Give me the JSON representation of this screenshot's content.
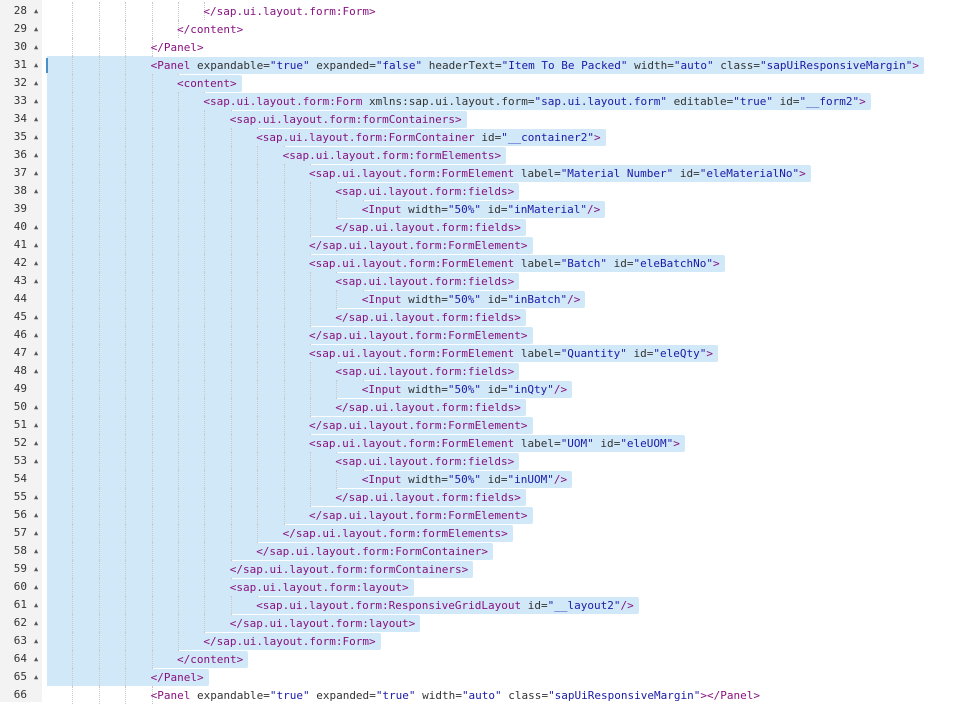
{
  "editor": {
    "lines": [
      {
        "n": "28",
        "fold": true,
        "indent": 6,
        "sel": false,
        "tokens": [
          [
            "tag",
            "</sap.ui.layout.form:Form>"
          ]
        ]
      },
      {
        "n": "29",
        "fold": true,
        "indent": 5,
        "sel": false,
        "tokens": [
          [
            "tag",
            "</content>"
          ]
        ]
      },
      {
        "n": "30",
        "fold": true,
        "indent": 4,
        "sel": false,
        "tokens": [
          [
            "tag",
            "</Panel>"
          ]
        ]
      },
      {
        "n": "31",
        "fold": true,
        "indent": 4,
        "sel": true,
        "tokens": [
          [
            "tag",
            "<Panel"
          ],
          [
            "attr",
            " expandable"
          ],
          [
            "eq",
            "="
          ],
          [
            "str",
            "\"true\""
          ],
          [
            "attr",
            " expanded"
          ],
          [
            "eq",
            "="
          ],
          [
            "str",
            "\"false\""
          ],
          [
            "attr",
            " headerText"
          ],
          [
            "eq",
            "="
          ],
          [
            "str",
            "\"Item To Be Packed\""
          ],
          [
            "attr",
            " width"
          ],
          [
            "eq",
            "="
          ],
          [
            "str",
            "\"auto\""
          ],
          [
            "attr",
            " class"
          ],
          [
            "eq",
            "="
          ],
          [
            "str",
            "\"sapUiResponsiveMargin\""
          ],
          [
            "tag",
            ">"
          ]
        ]
      },
      {
        "n": "32",
        "fold": true,
        "indent": 5,
        "sel": true,
        "tokens": [
          [
            "tag",
            "<content>"
          ]
        ]
      },
      {
        "n": "33",
        "fold": true,
        "indent": 6,
        "sel": true,
        "tokens": [
          [
            "tag",
            "<sap.ui.layout.form:Form"
          ],
          [
            "attr",
            " xmlns:sap.ui.layout.form"
          ],
          [
            "eq",
            "="
          ],
          [
            "str",
            "\"sap.ui.layout.form\""
          ],
          [
            "attr",
            " editable"
          ],
          [
            "eq",
            "="
          ],
          [
            "str",
            "\"true\""
          ],
          [
            "attr",
            " id"
          ],
          [
            "eq",
            "="
          ],
          [
            "str",
            "\"__form2\""
          ],
          [
            "tag",
            ">"
          ]
        ]
      },
      {
        "n": "34",
        "fold": true,
        "indent": 7,
        "sel": true,
        "tokens": [
          [
            "tag",
            "<sap.ui.layout.form:formContainers>"
          ]
        ]
      },
      {
        "n": "35",
        "fold": true,
        "indent": 8,
        "sel": true,
        "tokens": [
          [
            "tag",
            "<sap.ui.layout.form:FormContainer"
          ],
          [
            "attr",
            " id"
          ],
          [
            "eq",
            "="
          ],
          [
            "str",
            "\"__container2\""
          ],
          [
            "tag",
            ">"
          ]
        ]
      },
      {
        "n": "36",
        "fold": true,
        "indent": 9,
        "sel": true,
        "tokens": [
          [
            "tag",
            "<sap.ui.layout.form:formElements>"
          ]
        ]
      },
      {
        "n": "37",
        "fold": true,
        "indent": 10,
        "sel": true,
        "tokens": [
          [
            "tag",
            "<sap.ui.layout.form:FormElement"
          ],
          [
            "attr",
            " label"
          ],
          [
            "eq",
            "="
          ],
          [
            "str",
            "\"Material Number\""
          ],
          [
            "attr",
            " id"
          ],
          [
            "eq",
            "="
          ],
          [
            "str",
            "\"eleMaterialNo\""
          ],
          [
            "tag",
            ">"
          ]
        ]
      },
      {
        "n": "38",
        "fold": true,
        "indent": 11,
        "sel": true,
        "tokens": [
          [
            "tag",
            "<sap.ui.layout.form:fields>"
          ]
        ]
      },
      {
        "n": "39",
        "fold": false,
        "indent": 12,
        "sel": true,
        "tokens": [
          [
            "tag",
            "<Input"
          ],
          [
            "attr",
            " width"
          ],
          [
            "eq",
            "="
          ],
          [
            "str",
            "\"50%\""
          ],
          [
            "attr",
            " id"
          ],
          [
            "eq",
            "="
          ],
          [
            "str",
            "\"inMaterial\""
          ],
          [
            "tag",
            "/>"
          ]
        ]
      },
      {
        "n": "40",
        "fold": true,
        "indent": 11,
        "sel": true,
        "tokens": [
          [
            "tag",
            "</sap.ui.layout.form:fields>"
          ]
        ]
      },
      {
        "n": "41",
        "fold": true,
        "indent": 10,
        "sel": true,
        "tokens": [
          [
            "tag",
            "</sap.ui.layout.form:FormElement>"
          ]
        ]
      },
      {
        "n": "42",
        "fold": true,
        "indent": 10,
        "sel": true,
        "tokens": [
          [
            "tag",
            "<sap.ui.layout.form:FormElement"
          ],
          [
            "attr",
            " label"
          ],
          [
            "eq",
            "="
          ],
          [
            "str",
            "\"Batch\""
          ],
          [
            "attr",
            " id"
          ],
          [
            "eq",
            "="
          ],
          [
            "str",
            "\"eleBatchNo\""
          ],
          [
            "tag",
            ">"
          ]
        ]
      },
      {
        "n": "43",
        "fold": true,
        "indent": 11,
        "sel": true,
        "tokens": [
          [
            "tag",
            "<sap.ui.layout.form:fields>"
          ]
        ]
      },
      {
        "n": "44",
        "fold": false,
        "indent": 12,
        "sel": true,
        "tokens": [
          [
            "tag",
            "<Input"
          ],
          [
            "attr",
            " width"
          ],
          [
            "eq",
            "="
          ],
          [
            "str",
            "\"50%\""
          ],
          [
            "attr",
            " id"
          ],
          [
            "eq",
            "="
          ],
          [
            "str",
            "\"inBatch\""
          ],
          [
            "tag",
            "/>"
          ]
        ]
      },
      {
        "n": "45",
        "fold": true,
        "indent": 11,
        "sel": true,
        "tokens": [
          [
            "tag",
            "</sap.ui.layout.form:fields>"
          ]
        ]
      },
      {
        "n": "46",
        "fold": true,
        "indent": 10,
        "sel": true,
        "tokens": [
          [
            "tag",
            "</sap.ui.layout.form:FormElement>"
          ]
        ]
      },
      {
        "n": "47",
        "fold": true,
        "indent": 10,
        "sel": true,
        "tokens": [
          [
            "tag",
            "<sap.ui.layout.form:FormElement"
          ],
          [
            "attr",
            " label"
          ],
          [
            "eq",
            "="
          ],
          [
            "str",
            "\"Quantity\""
          ],
          [
            "attr",
            " id"
          ],
          [
            "eq",
            "="
          ],
          [
            "str",
            "\"eleQty\""
          ],
          [
            "tag",
            ">"
          ]
        ]
      },
      {
        "n": "48",
        "fold": true,
        "indent": 11,
        "sel": true,
        "tokens": [
          [
            "tag",
            "<sap.ui.layout.form:fields>"
          ]
        ]
      },
      {
        "n": "49",
        "fold": false,
        "indent": 12,
        "sel": true,
        "tokens": [
          [
            "tag",
            "<Input"
          ],
          [
            "attr",
            " width"
          ],
          [
            "eq",
            "="
          ],
          [
            "str",
            "\"50%\""
          ],
          [
            "attr",
            " id"
          ],
          [
            "eq",
            "="
          ],
          [
            "str",
            "\"inQty\""
          ],
          [
            "tag",
            "/>"
          ]
        ]
      },
      {
        "n": "50",
        "fold": true,
        "indent": 11,
        "sel": true,
        "tokens": [
          [
            "tag",
            "</sap.ui.layout.form:fields>"
          ]
        ]
      },
      {
        "n": "51",
        "fold": true,
        "indent": 10,
        "sel": true,
        "tokens": [
          [
            "tag",
            "</sap.ui.layout.form:FormElement>"
          ]
        ]
      },
      {
        "n": "52",
        "fold": true,
        "indent": 10,
        "sel": true,
        "tokens": [
          [
            "tag",
            "<sap.ui.layout.form:FormElement"
          ],
          [
            "attr",
            " label"
          ],
          [
            "eq",
            "="
          ],
          [
            "str",
            "\"UOM\""
          ],
          [
            "attr",
            " id"
          ],
          [
            "eq",
            "="
          ],
          [
            "str",
            "\"eleUOM\""
          ],
          [
            "tag",
            ">"
          ]
        ]
      },
      {
        "n": "53",
        "fold": true,
        "indent": 11,
        "sel": true,
        "tokens": [
          [
            "tag",
            "<sap.ui.layout.form:fields>"
          ]
        ]
      },
      {
        "n": "54",
        "fold": false,
        "indent": 12,
        "sel": true,
        "tokens": [
          [
            "tag",
            "<Input"
          ],
          [
            "attr",
            " width"
          ],
          [
            "eq",
            "="
          ],
          [
            "str",
            "\"50%\""
          ],
          [
            "attr",
            " id"
          ],
          [
            "eq",
            "="
          ],
          [
            "str",
            "\"inUOM\""
          ],
          [
            "tag",
            "/>"
          ]
        ]
      },
      {
        "n": "55",
        "fold": true,
        "indent": 11,
        "sel": true,
        "tokens": [
          [
            "tag",
            "</sap.ui.layout.form:fields>"
          ]
        ]
      },
      {
        "n": "56",
        "fold": true,
        "indent": 10,
        "sel": true,
        "tokens": [
          [
            "tag",
            "</sap.ui.layout.form:FormElement>"
          ]
        ]
      },
      {
        "n": "57",
        "fold": true,
        "indent": 9,
        "sel": true,
        "tokens": [
          [
            "tag",
            "</sap.ui.layout.form:formElements>"
          ]
        ]
      },
      {
        "n": "58",
        "fold": true,
        "indent": 8,
        "sel": true,
        "tokens": [
          [
            "tag",
            "</sap.ui.layout.form:FormContainer>"
          ]
        ]
      },
      {
        "n": "59",
        "fold": true,
        "indent": 7,
        "sel": true,
        "tokens": [
          [
            "tag",
            "</sap.ui.layout.form:formContainers>"
          ]
        ]
      },
      {
        "n": "60",
        "fold": true,
        "indent": 7,
        "sel": true,
        "tokens": [
          [
            "tag",
            "<sap.ui.layout.form:layout>"
          ]
        ]
      },
      {
        "n": "61",
        "fold": true,
        "indent": 8,
        "sel": true,
        "tokens": [
          [
            "tag",
            "<sap.ui.layout.form:ResponsiveGridLayout"
          ],
          [
            "attr",
            " id"
          ],
          [
            "eq",
            "="
          ],
          [
            "str",
            "\"__layout2\""
          ],
          [
            "tag",
            "/>"
          ]
        ]
      },
      {
        "n": "62",
        "fold": true,
        "indent": 7,
        "sel": true,
        "tokens": [
          [
            "tag",
            "</sap.ui.layout.form:layout>"
          ]
        ]
      },
      {
        "n": "63",
        "fold": true,
        "indent": 6,
        "sel": true,
        "tokens": [
          [
            "tag",
            "</sap.ui.layout.form:Form>"
          ]
        ]
      },
      {
        "n": "64",
        "fold": true,
        "indent": 5,
        "sel": true,
        "tokens": [
          [
            "tag",
            "</content>"
          ]
        ]
      },
      {
        "n": "65",
        "fold": true,
        "indent": 4,
        "sel": true,
        "tokens": [
          [
            "tag",
            "</Panel>"
          ]
        ]
      },
      {
        "n": "66",
        "fold": false,
        "indent": 4,
        "sel": false,
        "tokens": [
          [
            "tag",
            "<Panel"
          ],
          [
            "attr",
            " expandable"
          ],
          [
            "eq",
            "="
          ],
          [
            "str",
            "\"true\""
          ],
          [
            "attr",
            " expanded"
          ],
          [
            "eq",
            "="
          ],
          [
            "str",
            "\"true\""
          ],
          [
            "attr",
            " width"
          ],
          [
            "eq",
            "="
          ],
          [
            "str",
            "\"auto\""
          ],
          [
            "attr",
            " class"
          ],
          [
            "eq",
            "="
          ],
          [
            "str",
            "\"sapUiResponsiveMargin\""
          ],
          [
            "tag",
            "></Panel>"
          ]
        ]
      }
    ],
    "fold_glyph": "▲",
    "colors": {
      "selection": "#d0e8f8",
      "tag": "#881280",
      "attr": "#333333",
      "string": "#1a1aa6",
      "gutter": "#f3f3f3"
    }
  }
}
